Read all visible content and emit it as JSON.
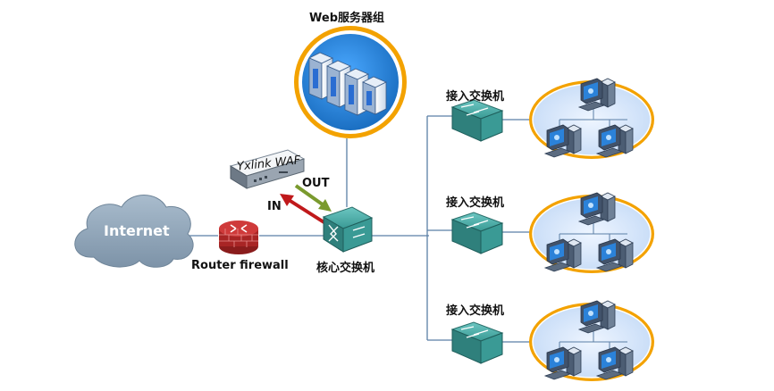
{
  "nodes": {
    "web_cluster": {
      "label": "Web服务器组"
    },
    "internet": {
      "label": "Internet"
    },
    "router": {
      "label": "Router firewall"
    },
    "waf": {
      "label": "Yxlink WAF"
    },
    "core_switch": {
      "label": "核心交换机"
    },
    "access_switches": [
      {
        "label": "接入交换机"
      },
      {
        "label": "接入交换机"
      },
      {
        "label": "接入交换机"
      }
    ]
  },
  "flows": {
    "in_label": "IN",
    "out_label": "OUT"
  },
  "colors": {
    "cloud": "#8fa3b6",
    "in_arrow": "#c0191b",
    "out_arrow": "#7a9a2e",
    "switch": "#3a9a95",
    "lan_ring": "#f3a200",
    "lan_fill": "#d6e6fb",
    "server_badge": "#2a86d8"
  }
}
